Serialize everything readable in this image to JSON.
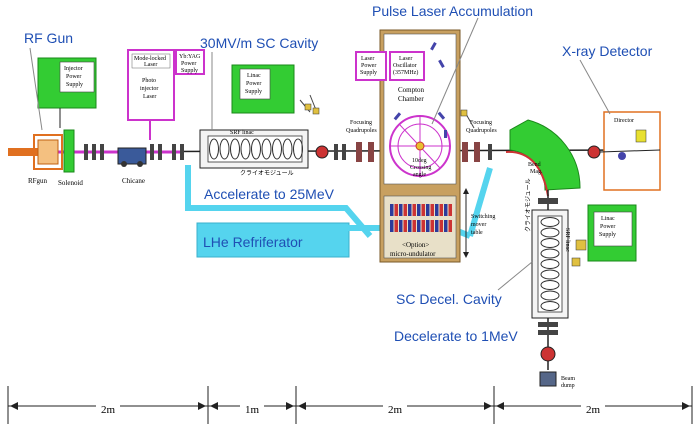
{
  "callouts": {
    "rf_gun": "RF Gun",
    "sc_cavity": "30MV/m SC Cavity",
    "pulse_laser": "Pulse Laser Accumulation",
    "xray_detector": "X-ray Detector",
    "accelerate": "Accelerate to 25MeV",
    "sc_decel": "SC Decel. Cavity",
    "decelerate": "Decelerate to 1MeV"
  },
  "boxes": {
    "lhe": "LHe Refriferator",
    "injector_power_1": "Injector",
    "injector_power_2": "Power",
    "injector_power_3": "Supply",
    "mode_locked_1": "Mode-locked",
    "mode_locked_2": "Laser",
    "yb_yag_1": "Yb:YAG",
    "yb_yag_2": "Power",
    "yb_yag_3": "Supply",
    "photo_injector_1": "Photo",
    "photo_injector_2": "injector",
    "photo_injector_3": "Laser",
    "linac_power_1": "Linac",
    "linac_power_2": "Power",
    "linac_power_3": "Supply",
    "laser_power_1": "Laser",
    "laser_power_2": "Power",
    "laser_power_3": "Supply",
    "laser_osc_1": "Laser",
    "laser_osc_2": "Oscillator",
    "laser_osc_3": "(357MHz)",
    "compton_1": "Compton",
    "compton_2": "Chamber",
    "crossing_1": "10deg",
    "crossing_2": "Crossing",
    "crossing_3": "angle",
    "option_1": "<Option>",
    "option_2": "micro-undulator",
    "switching_1": "Switching",
    "switching_2": "mover",
    "switching_3": "table",
    "detector": "Director",
    "bend_1": "Bend",
    "bend_2": "Mag.",
    "linac_power_b_1": "Linac",
    "linac_power_b_2": "Power",
    "linac_power_b_3": "Supply",
    "beam_dump_1": "Beam",
    "beam_dump_2": "dump"
  },
  "labels": {
    "rfgun": "RFgun",
    "solenoid": "Solenoid",
    "chicane": "Chicane",
    "srf_linac": "SRF linac",
    "cryo": "クライオモジュール",
    "focusing_1a": "Focusing",
    "focusing_1b": "Quadrupoles",
    "focusing_2a": "Focusing",
    "focusing_2b": "Quadrupoles",
    "srf_linac_v": "SRF linac",
    "cryo_v": "クライオモジュール"
  },
  "scale": [
    {
      "label": "2m"
    },
    {
      "label": "1m"
    },
    {
      "label": "2m"
    },
    {
      "label": "2m"
    }
  ],
  "colors": {
    "callout_blue": "#1f4fb4",
    "power_green": "#33cc33",
    "laser_magenta": "#cc33cc",
    "chamber_tan": "#c8a060",
    "lhe_cyan": "#55d4ee",
    "beam_orange": "#e07020"
  }
}
